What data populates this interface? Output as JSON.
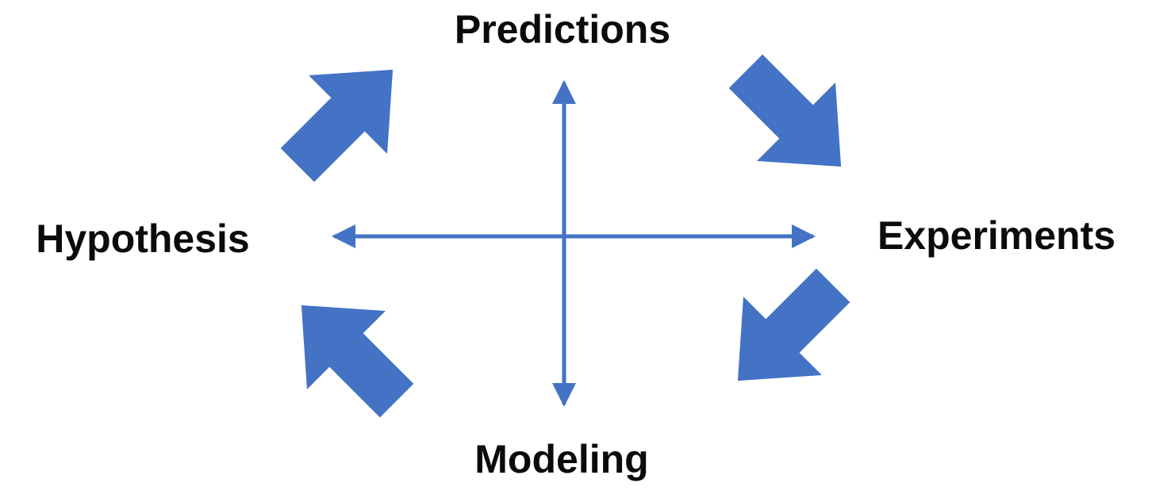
{
  "diagram": {
    "nodes": {
      "predictions": "Predictions",
      "hypothesis": "Hypothesis",
      "experiments": "Experiments",
      "modeling": "Modeling"
    },
    "colors": {
      "arrow": "#4472C4",
      "text": "#0b0b0b",
      "background": "#ffffff"
    },
    "cycle": [
      "Hypothesis",
      "Predictions",
      "Experiments",
      "Modeling"
    ],
    "axes": [
      {
        "between": [
          "Predictions",
          "Modeling"
        ],
        "style": "double-headed"
      },
      {
        "between": [
          "Hypothesis",
          "Experiments"
        ],
        "style": "double-headed"
      }
    ]
  }
}
